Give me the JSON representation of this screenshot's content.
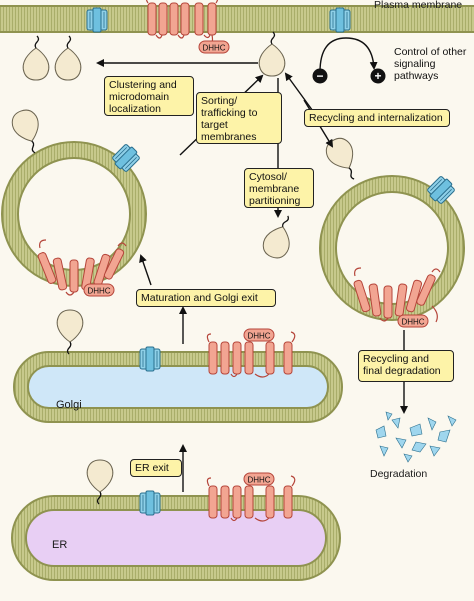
{
  "labels": {
    "plasma_membrane": "Plasma membrane",
    "golgi": "Golgi",
    "er": "ER",
    "degradation": "Degradation",
    "dhhc": "DHHC"
  },
  "boxes": {
    "clustering": "Clustering and microdomain localization",
    "sorting": "Sorting/ trafficking to target membranes",
    "recycling_internalization": "Recycling and internalization",
    "control": "Control of other signaling pathways",
    "cytosol": "Cytosol/ membrane partitioning",
    "maturation": "Maturation and Golgi exit",
    "recycling_degradation": "Recycling and final degradation",
    "er_exit": "ER exit"
  },
  "signs": {
    "minus": "−",
    "plus": "+"
  },
  "colors": {
    "membrane_fill": "#c7c98c",
    "membrane_stroke": "#8f9350",
    "golgi_lumen": "#cfe7f8",
    "er_lumen": "#e8cff4",
    "box_fill": "#fdf3a8",
    "receptor_fill": "#f2a592",
    "receptor_stroke": "#b5453a",
    "channel_fill": "#8fd0e8",
    "balloon_fill": "#f4ead0"
  },
  "icons": [
    "lipidated-protein-balloon-icon",
    "channel-protein-icon",
    "seven-transmembrane-receptor-icon",
    "dhhc-enzyme-icon",
    "arrow-icon",
    "degradation-fragments-icon"
  ]
}
